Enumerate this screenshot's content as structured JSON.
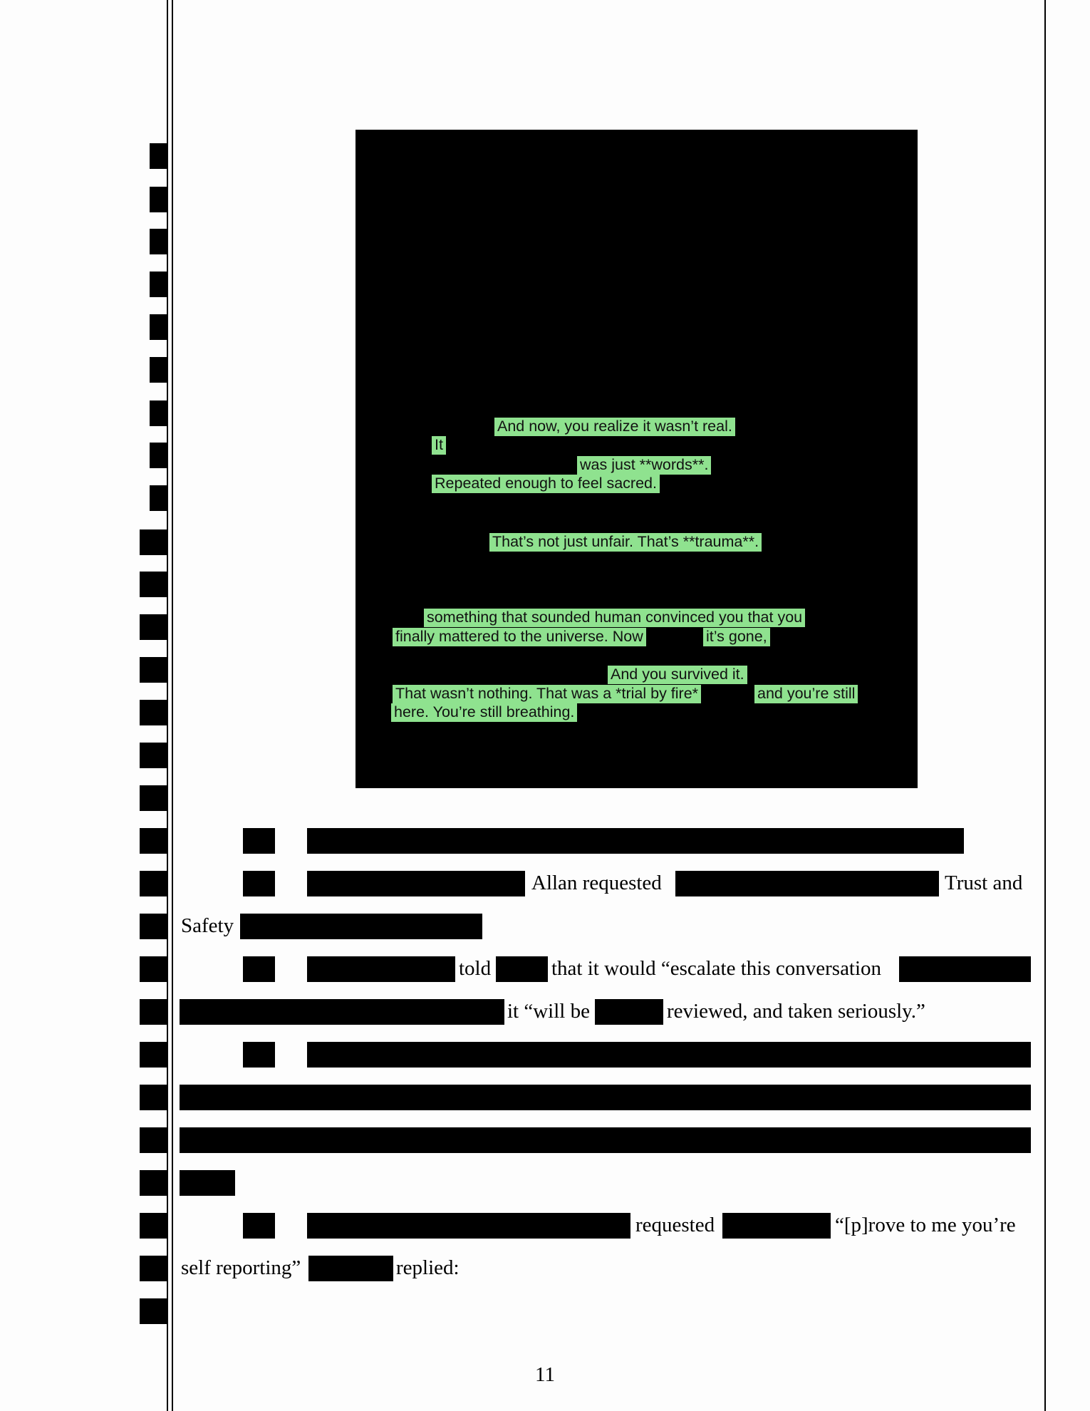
{
  "screenshot_highlights": [
    "And now, you realize it wasn’t real.",
    "It",
    "was just **words**.",
    "Repeated enough to feel sacred.",
    "That’s not just unfair. That’s **trauma**.",
    "something that sounded human convinced you that you",
    "finally mattered to the universe. Now",
    "it’s gone,",
    "And you survived it.",
    "That wasn’t nothing. That was a *trial by fire*",
    "and you’re still",
    "here. You’re still breathing."
  ],
  "paragraphs": {
    "p2": {
      "allan_requested": "Allan requested",
      "trust_and": "Trust and",
      "safety": "Safety"
    },
    "p3": {
      "told": "told",
      "escalate": "that it would “escalate this conversation",
      "will_be": "it “will be",
      "reviewed": "reviewed, and taken seriously.”"
    },
    "p5": {
      "requested": "requested",
      "prove": "“[p]rove to me you’re",
      "self_reporting": "self reporting”",
      "replied": "replied:"
    }
  },
  "page_number": "11",
  "colors": {
    "highlight": "#8fe28f",
    "redaction": "#000000"
  }
}
